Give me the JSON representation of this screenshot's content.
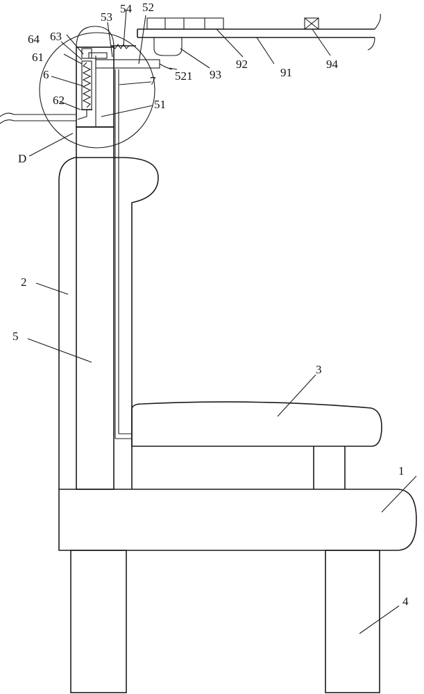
{
  "labels": {
    "l1": "1",
    "l2": "2",
    "l3": "3",
    "l4": "4",
    "l5": "5",
    "l6": "6",
    "l7": "7",
    "l51": "51",
    "l52": "52",
    "l53": "53",
    "l54": "54",
    "l521": "521",
    "l61": "61",
    "l62": "62",
    "l63": "63",
    "l64": "64",
    "l91": "91",
    "l92": "92",
    "l93": "93",
    "l94": "94",
    "lD": "D"
  },
  "colors": {
    "line": "#1a1a1a",
    "background": "#ffffff"
  }
}
